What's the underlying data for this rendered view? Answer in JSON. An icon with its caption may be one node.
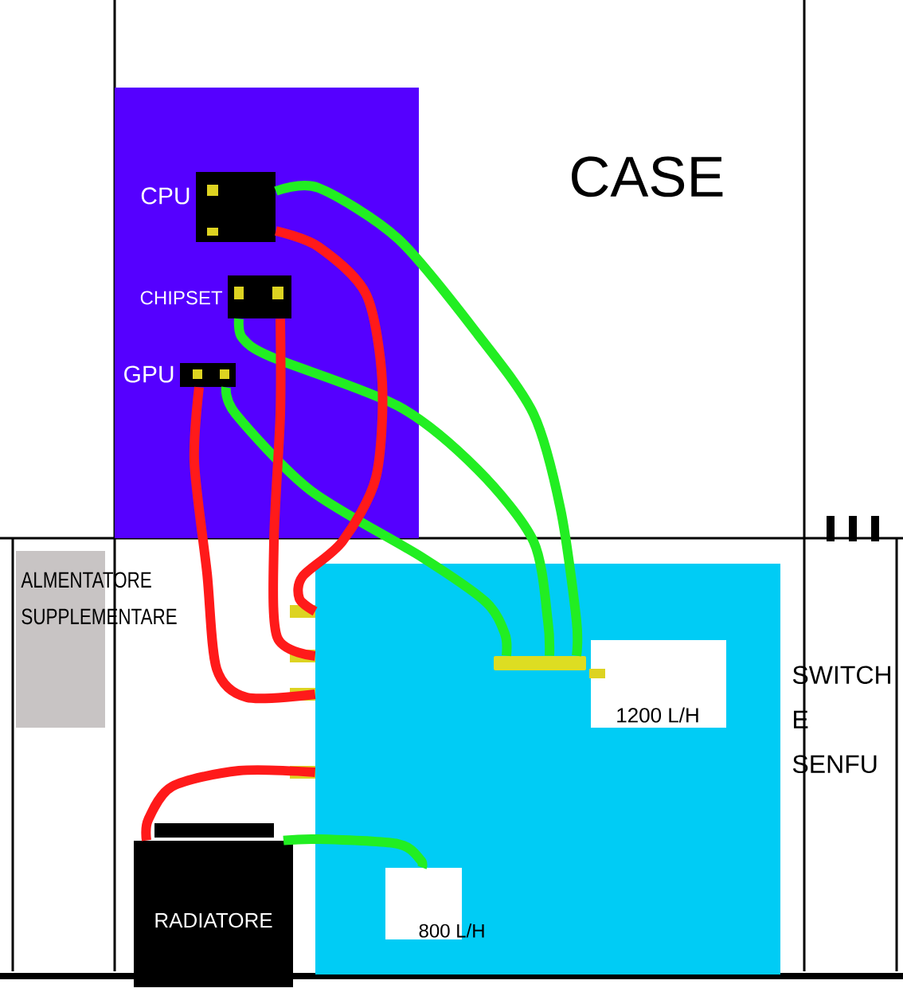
{
  "diagram": {
    "nodes": [
      {
        "text": [],
        "shape": "box"
      },
      {
        "text": [
          "CPU"
        ],
        "in": 0
      },
      {
        "text": [
          "CHIPSET"
        ],
        "in": 0
      },
      {
        "text": [
          "GPU"
        ],
        "in": 0
      },
      {
        "text": [
          "ALMENTATORE SUPPLEMENTARE"
        ]
      },
      {
        "text": [],
        "shape": "box"
      },
      {
        "text": [],
        "shape": "bar",
        "in": 5
      },
      {
        "text": [
          "1200 L/H"
        ],
        "in": 5
      },
      {
        "text": [
          "800 L/H"
        ],
        "in": 5
      },
      {
        "text": [
          "RADIATORE"
        ]
      }
    ],
    "edges": [
      {
        "from": 1,
        "to": 6,
        "arrow": "none",
        "color": "#22ee22"
      },
      {
        "from": 2,
        "to": 6,
        "arrow": "none",
        "color": "#22ee22"
      },
      {
        "from": 3,
        "to": 6,
        "arrow": "none",
        "color": "#22ee22"
      },
      {
        "from": 1,
        "to": 5,
        "arrow": "none",
        "color": "#ff1a1a"
      },
      {
        "from": 2,
        "to": 5,
        "arrow": "none",
        "color": "#ff1a1a"
      },
      {
        "from": 3,
        "to": 5,
        "arrow": "none",
        "color": "#ff1a1a"
      },
      {
        "from": 5,
        "to": 9,
        "arrow": "none",
        "color": "#ff1a1a"
      },
      {
        "from": 9,
        "to": 8,
        "arrow": "none",
        "color": "#22ee22"
      }
    ],
    "labels": [
      "CASE",
      "SWITCH E SENFU"
    ]
  }
}
